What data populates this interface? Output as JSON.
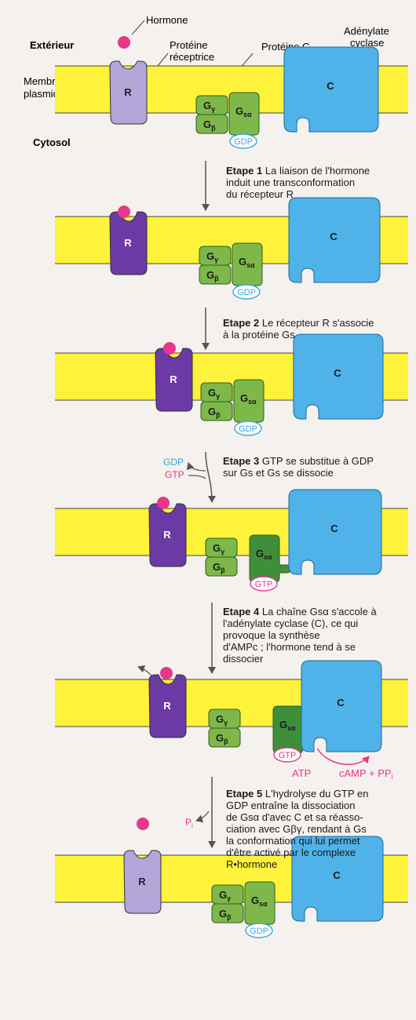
{
  "labels": {
    "hormone": "Hormone",
    "exterieur": "Extérieur",
    "proteine_receptrice_1": "Protéine",
    "proteine_receptrice_2": "réceptrice",
    "proteine_gs": "Protéine G",
    "proteine_gs_sub": "s",
    "adenylate_1": "Adénylate",
    "adenylate_2": "cyclase",
    "membrane_1": "Membrane",
    "membrane_2": "plasmique",
    "cytosol": "Cytosol"
  },
  "molecules": {
    "R": "R",
    "C": "C",
    "G": "G",
    "gamma": "γ",
    "beta": "β",
    "s_alpha": "sα",
    "GDP": "GDP",
    "GTP": "GTP",
    "ATP": "ATP",
    "camp": "cAMP + PP",
    "camp_sub": "i",
    "P": "P",
    "P_sub": "i"
  },
  "steps": [
    {
      "num": "Etape 1",
      "text": "La liaison de l'hormone\ninduit une transconformation\ndu récepteur R"
    },
    {
      "num": "Etape 2",
      "text": "Le récepteur R s'associe\nà la protéine Gs"
    },
    {
      "num": "Etape 3",
      "text": "GTP se substitue à GDP\nsur Gs et Gs se dissocie"
    },
    {
      "num": "Etape 4",
      "text": "La chaîne Gsα s'accole à\nl'adénylate cyclase (C), ce qui\nprovoque la synthèse\nd'AMPc ; l'hormone tend à se\ndissocier"
    },
    {
      "num": "Etape 5",
      "text": "L'hydrolyse du GTP en\nGDP entraîne la dissociation\nde Gsα d'avec C et sa réasso-\nciation avec Gβγ, rendant à Gs\nla conformation qui lui permet\nd'être activé par le complexe\nR•hormone"
    }
  ],
  "colors": {
    "membrane": "#fff23a",
    "receptor_inactive": "#b4a6d9",
    "receptor_active": "#6b3aa5",
    "cyclase": "#4fb2e8",
    "g_protein": "#7fb84a",
    "g_alpha_active": "#3f8f3a",
    "hormone": "#e6378a",
    "gdp": "#3aa6e0",
    "gtp": "#e6378a",
    "arrow": "#555555"
  }
}
